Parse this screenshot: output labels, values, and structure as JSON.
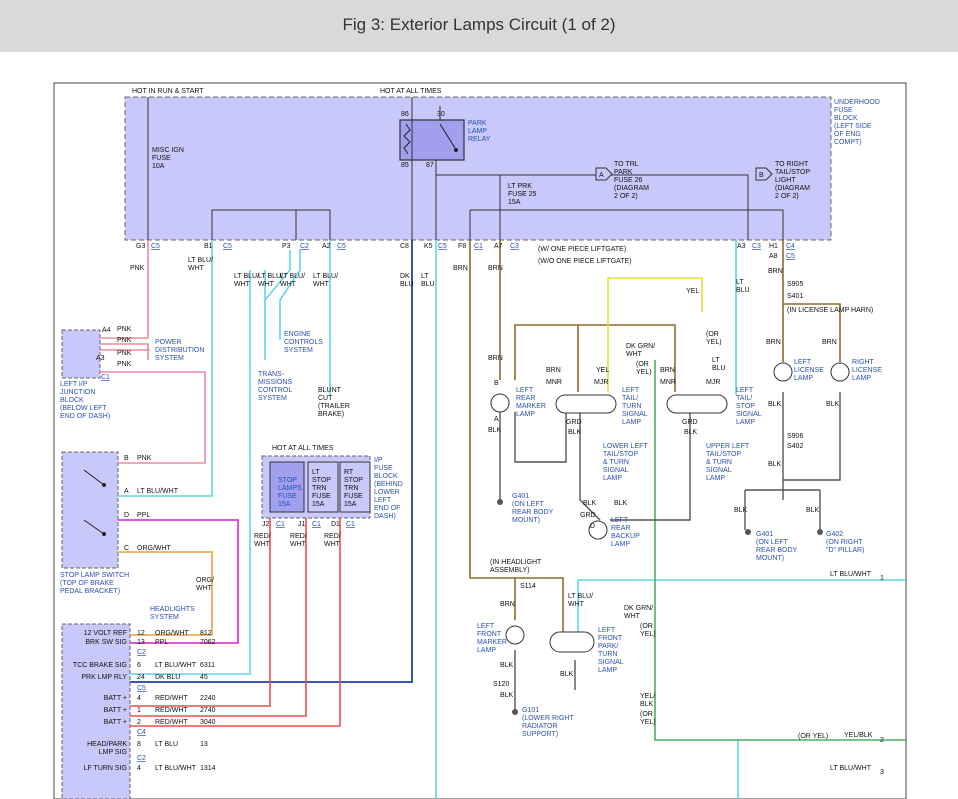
{
  "header": {
    "title": "Fig 3: Exterior Lamps Circuit (1 of 2)"
  },
  "top": {
    "hot_run_start": "HOT IN RUN & START",
    "hot_all_times": "HOT AT ALL TIMES",
    "underhood": [
      "UNDERHOOD",
      "FUSE",
      "BLOCK",
      "(LEFT SIDE",
      "OF ENG",
      "COMPT)"
    ],
    "misc_ign": [
      "MISC IGN",
      "FUSE",
      "10A"
    ],
    "relay_pins": [
      "86",
      "30",
      "85",
      "87"
    ],
    "park_relay": [
      "PARK",
      "LAMP",
      "RELAY"
    ],
    "trl_park": [
      "TO TRL",
      "PARK",
      "FUSE 26",
      "(DIAGRAM",
      "2 OF 2)"
    ],
    "right_tail": [
      "TO RIGHT",
      "TAIL/STOP",
      "LIGHT",
      "(DIAGRAM",
      "2 OF 2)"
    ],
    "lt_prk_fuse": [
      "LT PRK",
      "FUSE 25",
      "15A"
    ],
    "flag_a": "A",
    "flag_b": "B"
  },
  "connectors": {
    "g3": "G3",
    "c5": "C5",
    "b1": "B1",
    "p3": "P3",
    "c2": "C2",
    "a2": "A2",
    "c8": "C8",
    "k5": "K5",
    "f8": "F8",
    "c1": "C1",
    "a7": "A7",
    "c3": "C3",
    "a3": "A3",
    "c4": "C4",
    "a8": "A8",
    "h1": "H1"
  },
  "wires": {
    "pnk": "PNK",
    "lt_blu_wht": [
      "LT BLU/",
      "WHT"
    ],
    "lt_blu_wht_inline": "LT BLU/WHT",
    "dk_blu": [
      "DK",
      "BLU"
    ],
    "lt_blu": [
      "LT",
      "BLU"
    ],
    "brn": "BRN",
    "yel": "YEL",
    "dk_grn_wht": [
      "DK GRN/",
      "WHT"
    ],
    "or_yel": [
      "(OR",
      "YEL)"
    ],
    "mnr": "MNR",
    "mjr": "MJR",
    "grd": "GRD",
    "blk": "BLK",
    "ppl": "PPL",
    "org_wht": "ORG/WHT",
    "org_wht_v": [
      "ORG/",
      "WHT"
    ],
    "red_wht": [
      "RED/",
      "WHT"
    ],
    "red_wht_inline": "RED/WHT",
    "dk_blu_inline": "DK BLU",
    "lt_blu_inline": "LT BLU",
    "yel_blk": [
      "YEL/",
      "BLK"
    ],
    "yel_blk_inline": "YEL/BLK",
    "or_yel_inline": "(OR YEL)",
    "or": "(OR"
  },
  "notes": {
    "n1": "(W/ ONE PIECE LIFTGATE)",
    "n2": "(W/O ONE PIECE LIFTGATE)",
    "one": "1",
    "two": "2"
  },
  "splices": {
    "s905": "S905",
    "s401": "S401",
    "s906": "S906",
    "s402": "S402",
    "s114": "S114",
    "s120": "S120"
  },
  "components": {
    "ljb": [
      "LEFT I/P",
      "JUNCTION",
      "BLOCK",
      "(BELOW LEFT",
      "END OF DASH)"
    ],
    "ljb_pins": [
      "A4",
      "A3",
      "C1"
    ],
    "pds": [
      "POWER",
      "DISTRIBUTION",
      "SYSTEM"
    ],
    "ecs": [
      "ENGINE",
      "CONTROLS",
      "SYSTEM"
    ],
    "tcs": [
      "TRANS-",
      "MISSIONS",
      "CONTROL",
      "SYSTEM"
    ],
    "blunt": [
      "BLUNT",
      "CUT",
      "(TRAILER",
      "BRAKE)"
    ],
    "stop_switch": [
      "STOP LAMP SWITCH",
      "(TOP OF BRAKE",
      "PEDAL BRACKET)"
    ],
    "switch_pins": [
      "B",
      "A",
      "D",
      "C"
    ],
    "headlights": [
      "HEADLIGHTS",
      "SYSTEM"
    ],
    "ip_fuse": [
      "I/P",
      "FUSE",
      "BLOCK",
      "(BEHIND",
      "LOWER",
      "LEFT",
      "END OF",
      "DASH)"
    ],
    "stop_fuse": [
      "STOP",
      "LAMPS",
      "FUSE",
      "15A"
    ],
    "lt_stop_fuse": [
      "LT",
      "STOP",
      "TRN",
      "FUSE",
      "15A"
    ],
    "rt_stop_fuse": [
      "RT",
      "STOP",
      "TRN",
      "FUSE",
      "15A"
    ],
    "fuse_pins": [
      "J2",
      "C1",
      "J1",
      "C1",
      "D1",
      "C1"
    ],
    "rear_marker": [
      "LEFT",
      "REAR",
      "MARKER",
      "LAMP"
    ],
    "tail_turn": [
      "LEFT",
      "TAIL/",
      "TURN",
      "SIGNAL",
      "LAMP"
    ],
    "tail_stop": [
      "LEFT",
      "TAIL/",
      "STOP",
      "SIGNAL",
      "LAMP"
    ],
    "lower_left": [
      "LOWER LEFT",
      "TAIL/STOP",
      "& TURN",
      "SIGNAL",
      "LAMP"
    ],
    "upper_left": [
      "UPPER LEFT",
      "TAIL/STOP",
      "& TURN",
      "SIGNAL",
      "LAMP"
    ],
    "backup": [
      "LEFT",
      "REAR",
      "BACKUP",
      "LAMP"
    ],
    "lic_harn": "(IN LICENSE LAMP HARN)",
    "left_lic": [
      "LEFT",
      "LICENSE",
      "LAMP"
    ],
    "right_lic": [
      "RIGHT",
      "LICENSE",
      "LAMP"
    ],
    "g401_a": [
      "G401",
      "(ON LEFT",
      "REAR BODY",
      "MOUNT)"
    ],
    "g401_b": [
      "G401",
      "(ON LEFT",
      "REAR BODY",
      "MOUNT)"
    ],
    "g402": [
      "G402",
      "(ON RIGHT",
      "\"D\" PILLAR)"
    ],
    "headlight_asm": [
      "(IN HEADLIGHT",
      "ASSEMBLY)"
    ],
    "front_marker": [
      "LEFT",
      "FRONT",
      "MARKER",
      "LAMP"
    ],
    "front_park": [
      "LEFT",
      "FRONT",
      "PARK/",
      "TURN",
      "SIGNAL",
      "LAMP"
    ],
    "g101": [
      "G101",
      "(LOWER RIGHT",
      "RADIATOR",
      "SUPPORT)"
    ],
    "pin_letters": [
      "A",
      "B",
      "C",
      "D"
    ]
  },
  "pcm": {
    "rows": [
      {
        "label": "12 VOLT REF",
        "pin": "12",
        "wire": "ORG/WHT",
        "circuit": "812"
      },
      {
        "label": "BRK SW SIG",
        "pin": "13",
        "wire": "PPL",
        "circuit": "7062"
      },
      {
        "label": "TCC BRAKE SIG",
        "pin": "6",
        "wire": "LT BLU/WHT",
        "circuit": "6311"
      },
      {
        "label": "PRK LMP RLY",
        "pin": "24",
        "wire": "DK BLU",
        "circuit": "45"
      },
      {
        "label": "BATT +",
        "pin": "4",
        "wire": "RED/WHT",
        "circuit": "2240"
      },
      {
        "label": "BATT +",
        "pin": "1",
        "wire": "RED/WHT",
        "circuit": "2740"
      },
      {
        "label": "BATT +",
        "pin": "2",
        "wire": "RED/WHT",
        "circuit": "3040"
      },
      {
        "label": "HEAD/PARK",
        "pin": "8",
        "wire": "LT BLU",
        "circuit": "13"
      },
      {
        "label": "LMP SIG",
        "pin": "",
        "wire": "",
        "circuit": ""
      },
      {
        "label": "LF TURN SIG",
        "pin": "4",
        "wire": "LT BLU/WHT",
        "circuit": "1314"
      }
    ],
    "conn_c2": "C2",
    "conn_c5": "C5",
    "conn_c4": "C4"
  },
  "right_edge": {
    "lt_blu_wht": "LT BLU/WHT",
    "yel_blk": "YEL/BLK",
    "lt_blu_wht_2": "LT BLU/WHT",
    "arrow_1": "1",
    "arrow_2": "2",
    "arrow_3": "3"
  },
  "colors": {
    "block_fill": "#c8c8fa",
    "pnk": "#f08aa0",
    "lt_blu_wht": "#5fd6e6",
    "dk_blu": "#1f3fa8",
    "brn": "#8b6d2c",
    "yel": "#e8dd3a",
    "dk_grn_wht": "#4fae62",
    "ppl": "#dd3fd6",
    "org_wht": "#e8a23a",
    "red_wht": "#e8504a",
    "blk": "#555555",
    "lt_blu": "#5fd6e6"
  }
}
